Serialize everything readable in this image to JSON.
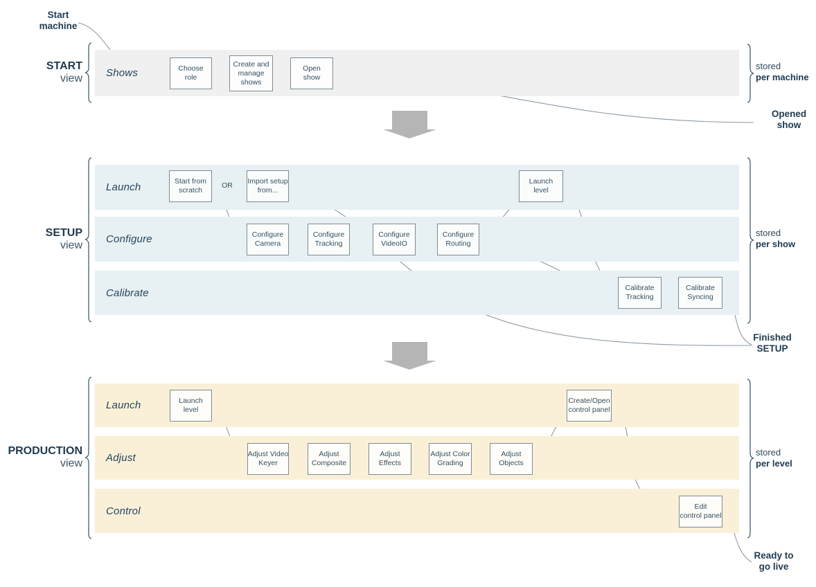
{
  "colors": {
    "lane_gray": "#f0f0f0",
    "lane_blue": "#e7f0f2",
    "lane_cream": "#faf0d8",
    "text_dark": "#1e3a50",
    "box_border": "#7d8b94",
    "connector": "#8c98a2",
    "arrow": "#b5b5b5"
  },
  "edge_labels": {
    "start_machine": {
      "lines": [
        "Start",
        "machine"
      ]
    },
    "opened_show": {
      "lines": [
        "Opened",
        "show"
      ]
    },
    "finished_setup": {
      "lines": [
        "Finished",
        "SETUP"
      ]
    },
    "ready_go_live": {
      "lines": [
        "Ready to",
        "go live"
      ]
    }
  },
  "sections": [
    {
      "title": "START",
      "subtitle": "view",
      "stored_prefix": "stored",
      "stored_scope": "per machine",
      "lanes": [
        {
          "label": "Shows",
          "boxes": [
            {
              "lines": [
                "Choose",
                "role"
              ]
            },
            {
              "lines": [
                "Create and",
                "manage",
                "shows"
              ]
            },
            {
              "lines": [
                "Open",
                "show"
              ]
            }
          ]
        }
      ]
    },
    {
      "title": "SETUP",
      "subtitle": "view",
      "stored_prefix": "stored",
      "stored_scope": "per show",
      "or_label": "OR",
      "lanes": [
        {
          "label": "Launch",
          "boxes": [
            {
              "lines": [
                "Start from",
                "scratch"
              ]
            },
            {
              "lines": [
                "Import setup",
                "from..."
              ]
            },
            {
              "lines": [
                "Launch",
                "level"
              ]
            }
          ]
        },
        {
          "label": "Configure",
          "boxes": [
            {
              "lines": [
                "Configure",
                "Camera"
              ]
            },
            {
              "lines": [
                "Configure",
                "Tracking"
              ]
            },
            {
              "lines": [
                "Configure",
                "VideoIO"
              ]
            },
            {
              "lines": [
                "Configure",
                "Routing"
              ]
            }
          ]
        },
        {
          "label": "Calibrate",
          "boxes": [
            {
              "lines": [
                "Calibrate",
                "Tracking"
              ]
            },
            {
              "lines": [
                "Calibrate",
                "Syncing"
              ]
            }
          ]
        }
      ]
    },
    {
      "title": "PRODUCTION",
      "subtitle": "view",
      "stored_prefix": "stored",
      "stored_scope": "per level",
      "lanes": [
        {
          "label": "Launch",
          "boxes": [
            {
              "lines": [
                "Launch",
                "level"
              ]
            },
            {
              "lines": [
                "Create/Open",
                "control panel"
              ]
            }
          ]
        },
        {
          "label": "Adjust",
          "boxes": [
            {
              "lines": [
                "Adjust Video",
                "Keyer"
              ]
            },
            {
              "lines": [
                "Adjust",
                "Composite"
              ]
            },
            {
              "lines": [
                "Adjust",
                "Effects"
              ]
            },
            {
              "lines": [
                "Adjust Color",
                "Grading"
              ]
            },
            {
              "lines": [
                "Adjust",
                "Objects"
              ]
            }
          ]
        },
        {
          "label": "Control",
          "boxes": [
            {
              "lines": [
                "Edit",
                "control panel"
              ]
            }
          ]
        }
      ]
    }
  ]
}
